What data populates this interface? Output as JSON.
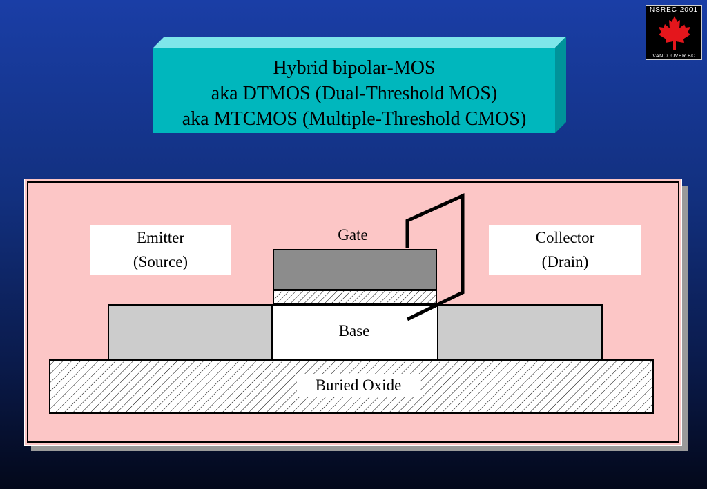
{
  "logo": {
    "top_text": "NSREC 2001",
    "bottom_text": "VANCOUVER BC",
    "icon": "maple-leaf-icon",
    "leaf_color": "#e4161c"
  },
  "title": {
    "lines": [
      "Hybrid bipolar-MOS",
      "aka DTMOS (Dual-Threshold MOS)",
      "aka MTCMOS (Multiple-Threshold CMOS)"
    ],
    "color": "#00b7bd"
  },
  "diagram": {
    "emitter": {
      "line1": "Emitter",
      "line2": "(Source)"
    },
    "collector": {
      "line1": "Collector",
      "line2": "(Drain)"
    },
    "gate": "Gate",
    "base": "Base",
    "buried_oxide": "Buried Oxide",
    "colors": {
      "panel": "#fcc6c6",
      "gate_block": "#8c8c8c",
      "silicon_regions": "#cccccc",
      "base": "#ffffff"
    }
  }
}
